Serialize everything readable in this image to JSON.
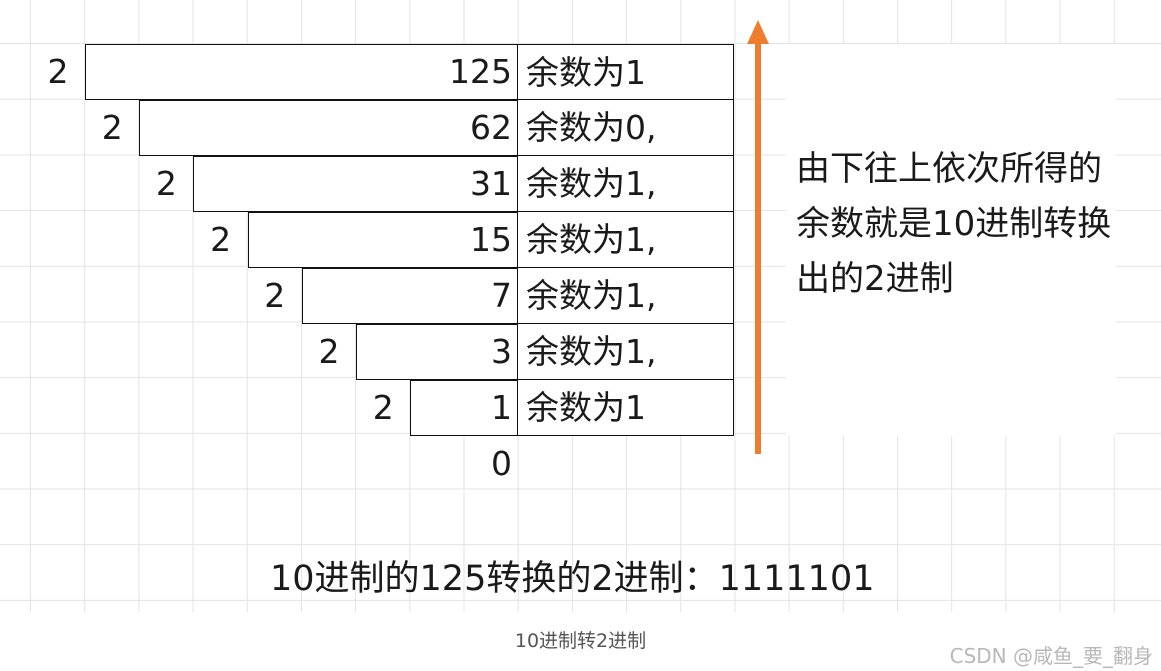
{
  "steps": [
    {
      "divisor": "2",
      "quotient": "125",
      "remainder": "余数为1"
    },
    {
      "divisor": "2",
      "quotient": "62",
      "remainder": "余数为0,"
    },
    {
      "divisor": "2",
      "quotient": "31",
      "remainder": "余数为1,"
    },
    {
      "divisor": "2",
      "quotient": "15",
      "remainder": "余数为1,"
    },
    {
      "divisor": "2",
      "quotient": "7",
      "remainder": "余数为1,"
    },
    {
      "divisor": "2",
      "quotient": "3",
      "remainder": "余数为1,"
    },
    {
      "divisor": "2",
      "quotient": "1",
      "remainder": "余数为1"
    }
  ],
  "final_quotient": "0",
  "note": "由下往上依次所得的余数就是10进制转换出的2进制",
  "result": "10进制的125转换的2进制：1111101",
  "caption": "10进制转2进制",
  "watermark": "CSDN @咸鱼_要_翻身",
  "colors": {
    "arrow": "#ef7d2f",
    "line": "#111111",
    "grid": "#e3e3e3"
  }
}
